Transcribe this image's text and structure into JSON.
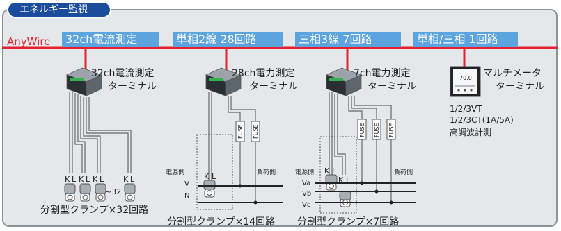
{
  "header": {
    "title": "エネルギー監視"
  },
  "bus": {
    "brand": "AnyWire",
    "line_color": "#e8202e"
  },
  "bus_labels": [
    "32ch電流測定",
    "単相2線 28回路",
    "三相3線 7回路",
    "単相/三相 1回路"
  ],
  "terminals": {
    "t1": {
      "name_line1": "32ch電流測定",
      "name_line2": "ターミナル",
      "caption": "分割型クランプ×32回路"
    },
    "t2": {
      "name_line1": "28ch電力測定",
      "name_line2": "ターミナル",
      "caption": "分割型クランプ×14回路"
    },
    "t3": {
      "name_line1": "7ch電力測定",
      "name_line2": "ターミナル",
      "caption": "分割型クランプ×7回路"
    },
    "t4": {
      "name_line1": "マルチメータ",
      "name_line2": "ターミナル",
      "spec_lines": [
        "1/2/3VT",
        "1/2/3CT(1A/5A)",
        "高調波計測"
      ],
      "display": "70.0"
    }
  },
  "wiring": {
    "k": "K",
    "l": "L",
    "fuse": "FUSE",
    "source_side": "電源側",
    "load_side": "負荷側",
    "v": "V",
    "n": "N",
    "va": "Va",
    "vb": "Vb",
    "vc": "Vc",
    "clamp_count": "~32"
  },
  "colors": {
    "tab": "#1a4c9c",
    "label_bg": "#5ba4df",
    "panel": "#e4e8eb"
  }
}
